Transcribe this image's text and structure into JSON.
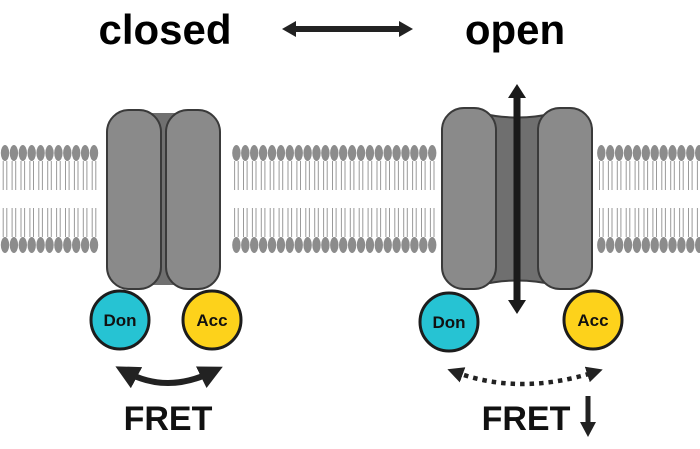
{
  "titles": {
    "closed": "closed",
    "open": "open"
  },
  "labels": {
    "donor": "Don",
    "acceptor": "Acc",
    "fret": "FRET"
  },
  "colors": {
    "donor": "#26c3d3",
    "acceptor": "#fdd21b",
    "lipid_head": "#8c8c8c",
    "lipid_tail": "#9a9a9a",
    "channel": "#8a8a8a",
    "channel_core": "#6e6e6e",
    "arrow": "#222222"
  },
  "icons": {
    "state_arrow": "double-arrow-icon",
    "ion_path": "vertical-double-arrow-icon",
    "fret_decrease": "down-arrow-icon"
  }
}
